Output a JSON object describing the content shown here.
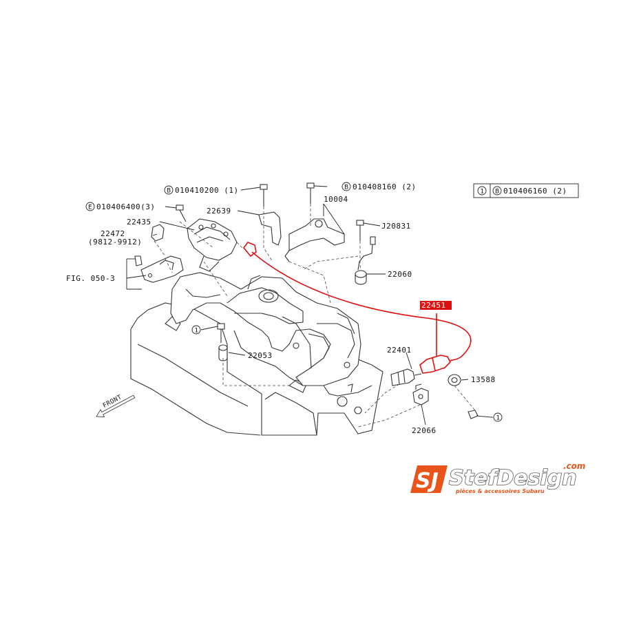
{
  "labels": {
    "bolt_b_010410200": "010410200 (1)",
    "bolt_b_010408160": "010408160 (2)",
    "bolt_e_010406400": "010406400(3)",
    "legend_part": "010406160 (2)",
    "part_22639": "22639",
    "part_10004": "10004",
    "part_22435": "22435",
    "part_j20831": "J20831",
    "part_22472": "22472",
    "part_22472_range": "(9812-9912)",
    "part_22060": "22060",
    "fig_ref": "FIG. 050-3",
    "part_22451_highlighted": "22451",
    "part_22053": "22053",
    "part_22401": "22401",
    "part_13588": "13588",
    "part_22066": "22066",
    "front_arrow": "FRONT"
  },
  "markers": {
    "b": "B",
    "e": "E",
    "one": "1"
  },
  "brand": {
    "logo_mark": "SJ",
    "name": "StefDesign",
    "domain": ".com",
    "tagline": "pièces & accessoires Subaru"
  },
  "colors": {
    "highlight": "#e01010",
    "brand_orange": "#e8541a",
    "brand_grey": "#5a5a5a"
  }
}
